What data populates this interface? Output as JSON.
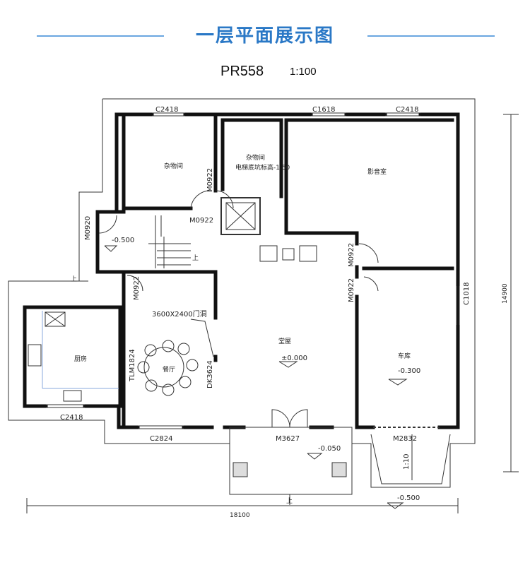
{
  "header": {
    "title": "一层平面展示图",
    "plan_code": "PR558",
    "scale": "1:100"
  },
  "rooms": {
    "storage_left": "杂物间",
    "storage_mid": "杂物间",
    "elevator_note": "电梯底坑标高-1.50",
    "theater": "影音室",
    "hall": "堂屋",
    "hall_level": "±0.000",
    "garage": "车库",
    "garage_level": "-0.300",
    "kitchen": "厨房",
    "dining": "餐厅",
    "stair_up": "上",
    "stair_level": "-0.500",
    "door_hole": "3600X2400门洞"
  },
  "openings": {
    "c2418_top_left": "C2418",
    "c1618_top": "C1618",
    "c2418_top_right": "C2418",
    "m0922_a": "M0922",
    "m0922_b": "M0922",
    "m0920": "M0920",
    "m0922_c": "M0922",
    "m0922_d": "M0922",
    "m0922_e": "M0922",
    "c1018": "C1018",
    "tlm1824": "TLM1824",
    "dk3624": "DK3624",
    "c2418_bottom": "C2418",
    "c2824": "C2824",
    "m3627": "M3627",
    "m2832": "M2832"
  },
  "levels": {
    "porch": "-0.050",
    "ground": "-0.500",
    "ramp": "1:10",
    "up_porch": "上",
    "up_left": "上"
  },
  "dimensions": {
    "width": "18100",
    "depth": "14900"
  },
  "colors": {
    "accent": "#2a78c6",
    "wall": "#111111",
    "line": "#333333"
  }
}
